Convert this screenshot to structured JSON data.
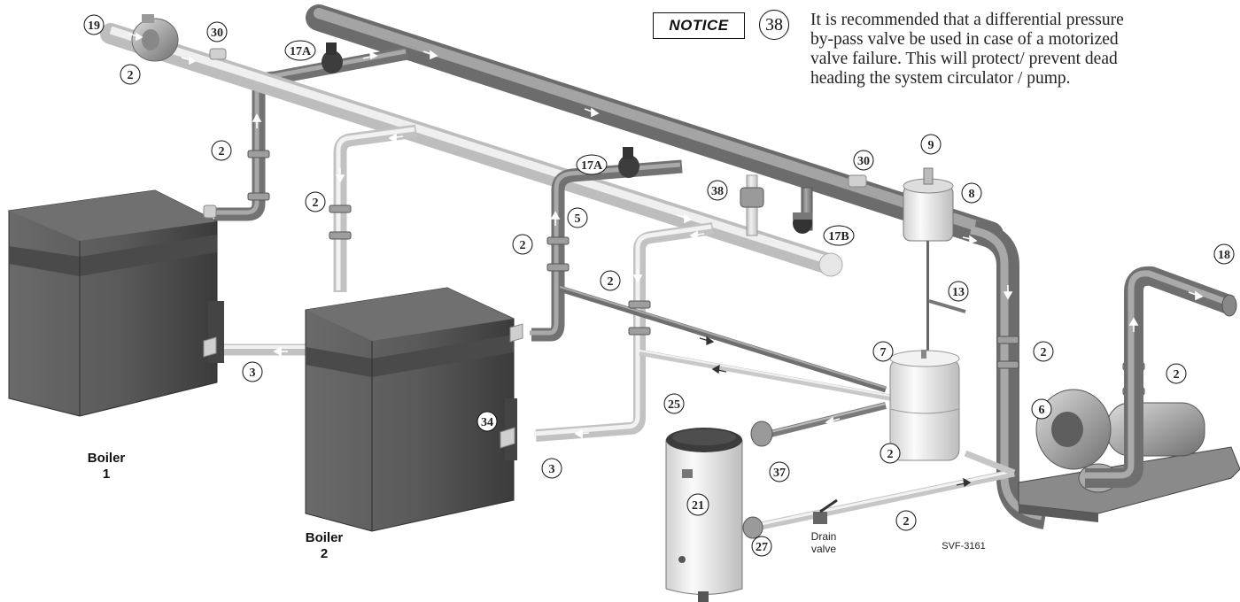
{
  "notice": {
    "label": "NOTICE",
    "number": "38",
    "lines": [
      "It is recommended that a differential pressure",
      "by-pass valve be used in case of a  motorized",
      "valve failure. This will protect/ prevent dead",
      "heading the system circulator / pump."
    ]
  },
  "callouts": {
    "c19": "19",
    "c30a": "30",
    "c2a": "2",
    "c17a_top": "17A",
    "c2b": "2",
    "c2c": "2",
    "c17a_mid": "17A",
    "c38": "38",
    "c5": "5",
    "c2d": "2",
    "c17b": "17B",
    "c30b": "30",
    "c9": "9",
    "c8": "8",
    "c2e": "2",
    "c13": "13",
    "c7": "7",
    "c3a": "3",
    "c34": "34",
    "c3b": "3",
    "c25": "25",
    "c37": "37",
    "c2f": "2",
    "c2g": "2",
    "c6": "6",
    "c2h": "2",
    "c18": "18",
    "c21": "21",
    "c27": "27",
    "c2i": "2"
  },
  "labels": {
    "boiler1_line1": "Boiler",
    "boiler1_line2": "1",
    "boiler2_line1": "Boiler",
    "boiler2_line2": "2",
    "drain_line1": "Drain",
    "drain_line2": "valve",
    "figure_code": "SVF-3161"
  },
  "colors": {
    "pipe_dark": "#7c7c7c",
    "pipe_light": "#cfcfcf",
    "boiler": "#5b5b5b",
    "boiler_dark": "#3d3d3d",
    "tank": "#e8e8e8"
  }
}
